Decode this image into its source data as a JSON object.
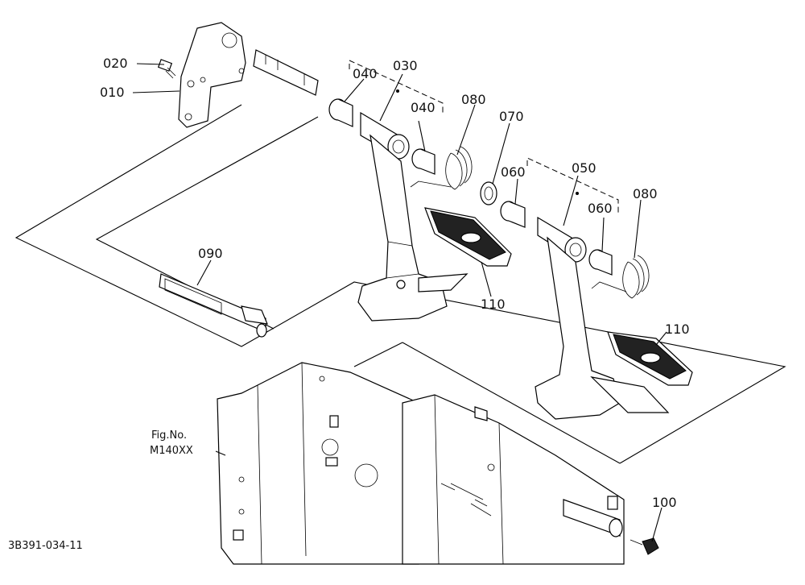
{
  "callouts": {
    "c010": "010",
    "c020": "020",
    "c030": "030",
    "c040a": "040",
    "c040b": "040",
    "c050": "050",
    "c060a": "060",
    "c060b": "060",
    "c070": "070",
    "c080a": "080",
    "c080b": "080",
    "c090": "090",
    "c100": "100",
    "c110a": "110",
    "c110b": "110"
  },
  "figure_ref": {
    "line1": "Fig.No.",
    "line2": "M140XX"
  },
  "drawing_number": "3B391-034-11"
}
